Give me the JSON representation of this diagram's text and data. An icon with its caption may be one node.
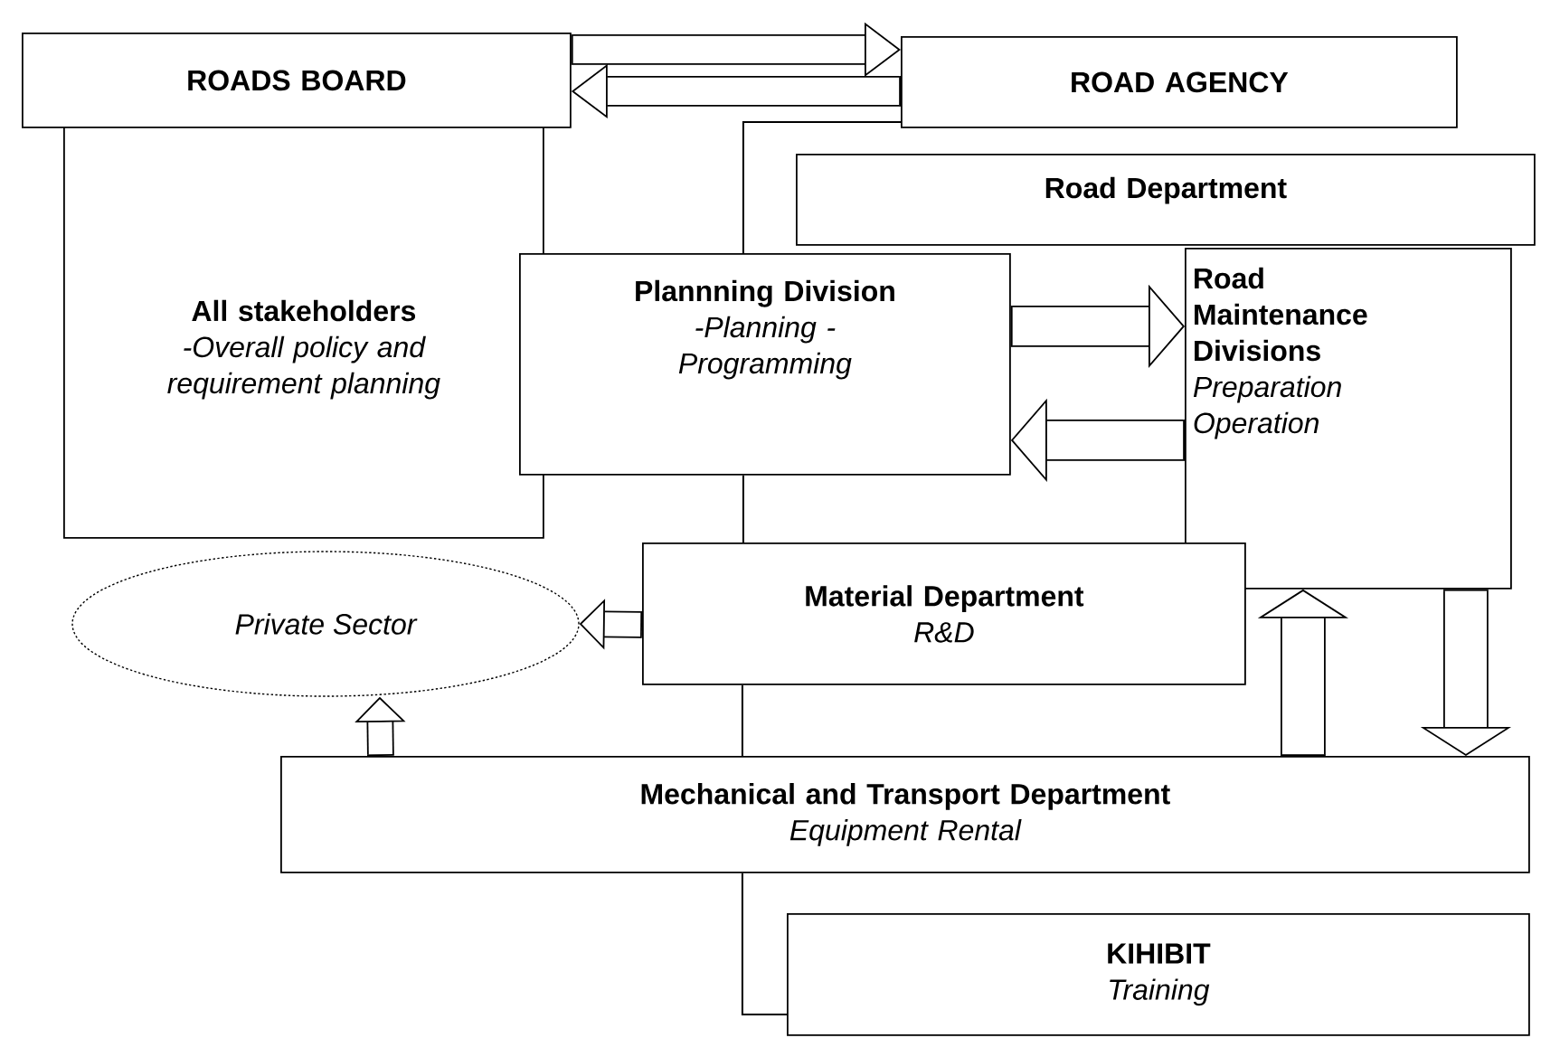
{
  "diagram": {
    "nodes": [
      {
        "text": [
          "ROADS BOARD"
        ]
      },
      {
        "text": [
          "All stakeholders",
          "-Overall policy and requirement planning"
        ]
      },
      {
        "text": [
          "ROAD AGENCY"
        ]
      },
      {
        "text": [
          "Road Department"
        ]
      },
      {
        "text": [
          "Plannning Division",
          "-Planning -Programming"
        ]
      },
      {
        "text": [
          "Road Maintenance Divisions",
          "Preparation Operation"
        ]
      },
      {
        "text": [
          "Material Department",
          "R&D"
        ]
      },
      {
        "text": [
          "Private Sector"
        ]
      },
      {
        "text": [
          "Mechanical and Transport Department",
          "Equipment Rental"
        ]
      },
      {
        "text": [
          "KIHIBIT",
          "Training"
        ]
      }
    ],
    "edges": [
      {
        "from": 0,
        "to": 2,
        "arrow": "to"
      },
      {
        "from": 2,
        "to": 0,
        "arrow": "to"
      },
      {
        "from": 4,
        "to": 5,
        "arrow": "to"
      },
      {
        "from": 5,
        "to": 4,
        "arrow": "to"
      },
      {
        "from": 6,
        "to": 7,
        "arrow": "to"
      },
      {
        "from": 8,
        "to": 7,
        "arrow": "to"
      },
      {
        "from": 8,
        "to": 5,
        "arrow": "to"
      },
      {
        "from": 5,
        "to": 8,
        "arrow": "to"
      },
      {
        "from": 2,
        "to": 4,
        "arrow": "none"
      },
      {
        "from": 4,
        "to": 6,
        "arrow": "none"
      },
      {
        "from": 6,
        "to": 8,
        "arrow": "none"
      },
      {
        "from": 8,
        "to": 9,
        "arrow": "none"
      }
    ]
  }
}
